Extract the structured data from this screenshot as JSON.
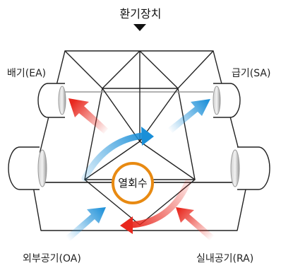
{
  "title": "환기장치",
  "labels": {
    "exhaust": "배기(EA)",
    "supply": "급기(SA)",
    "outdoor": "외부공기(OA)",
    "return": "실내공기(RA)",
    "core": "열회수"
  },
  "colors": {
    "warm": "#e8281e",
    "cool": "#1a8fd8",
    "ring": "#e88a12",
    "outline": "#222222",
    "port": "#9a9a9a"
  }
}
